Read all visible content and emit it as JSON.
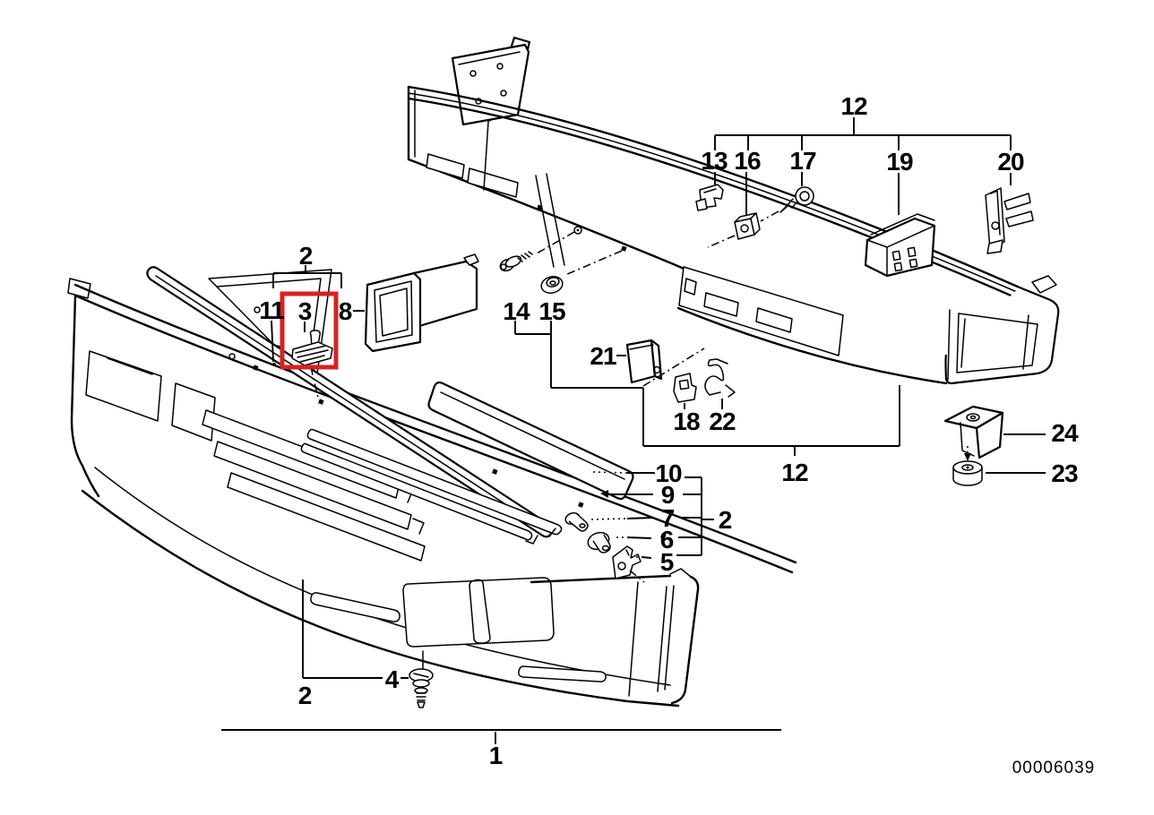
{
  "diagram": {
    "id_number": "00006039",
    "type": "exploded-parts-diagram",
    "subject": "front bumper assembly",
    "background_color": "#ffffff",
    "line_color": "#000000",
    "highlight_color": "#d92121",
    "highlighted_part": "3",
    "labels": {
      "part1": "1",
      "part2": "2",
      "part3": "3",
      "part4": "4",
      "part5": "5",
      "part6": "6",
      "part7": "7",
      "part8": "8",
      "part9": "9",
      "part10": "10",
      "part11": "11",
      "part12": "12",
      "part13": "13",
      "part14": "14",
      "part15": "15",
      "part16": "16",
      "part17": "17",
      "part18": "18",
      "part19": "19",
      "part20": "20",
      "part21": "21",
      "part22": "22",
      "part23": "23",
      "part24": "24"
    }
  }
}
